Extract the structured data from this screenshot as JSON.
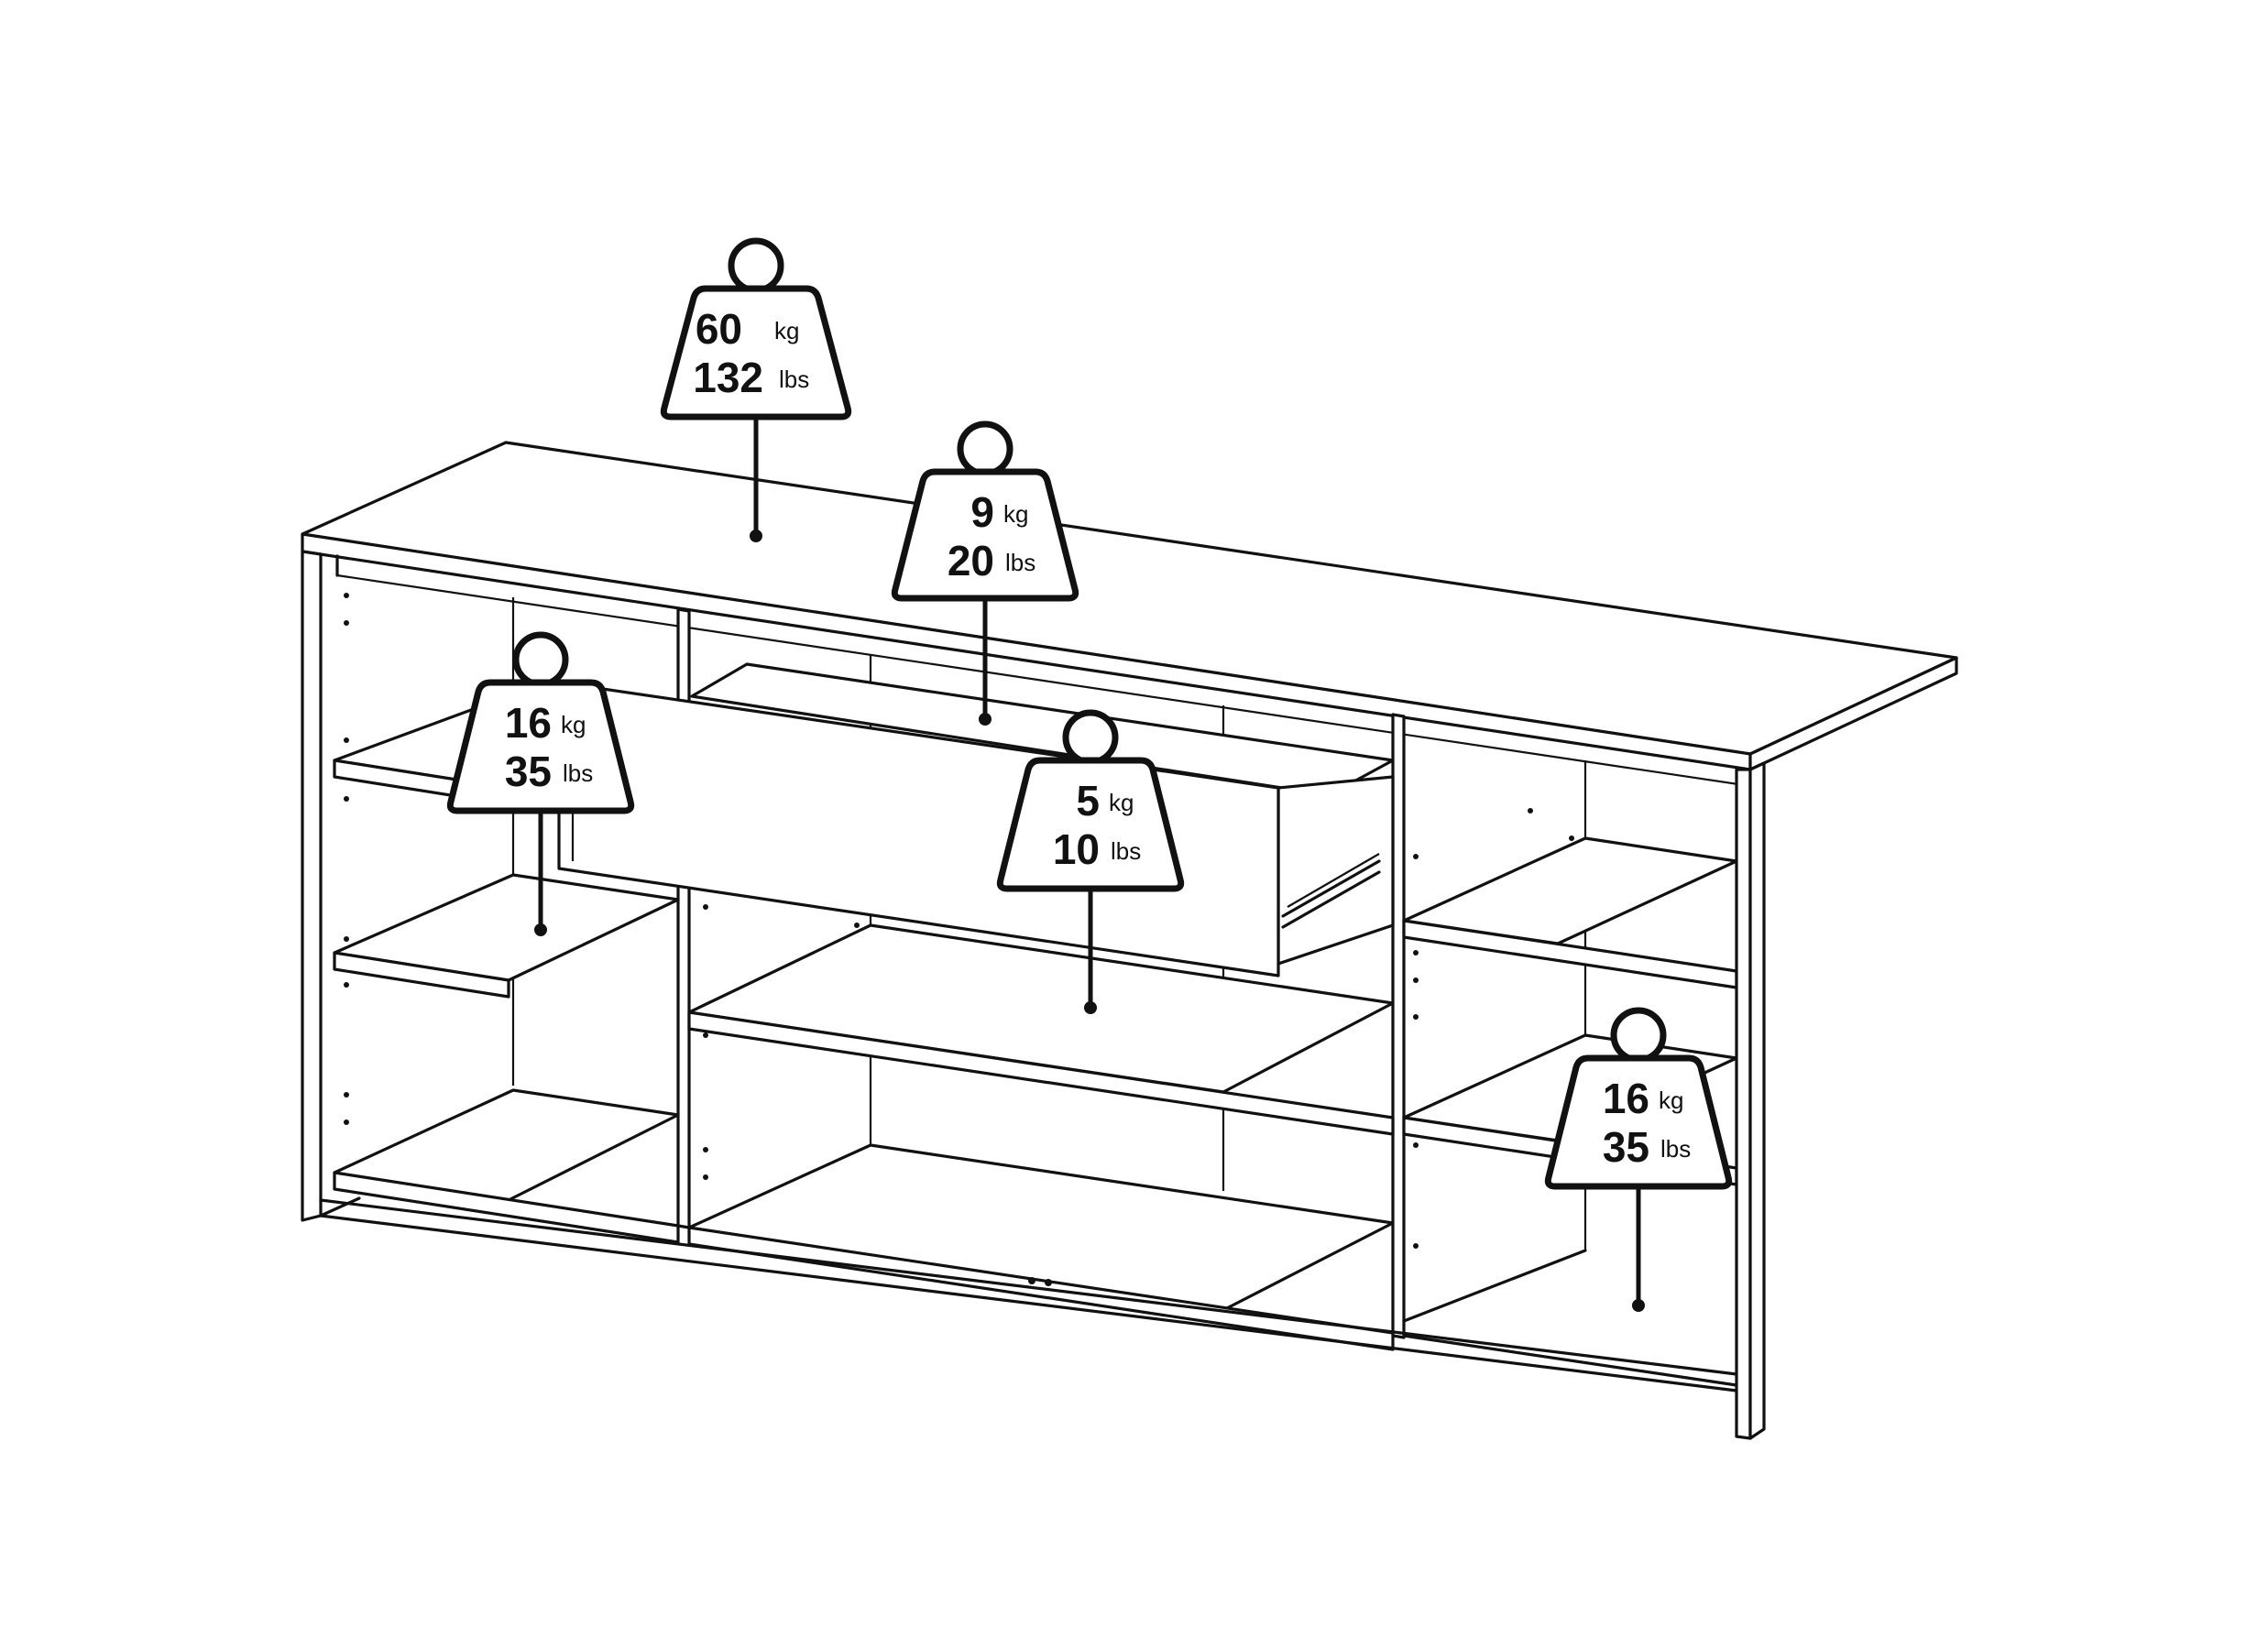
{
  "weights": [
    {
      "id": "top",
      "kg_value": "60",
      "kg_unit": "kg",
      "lbs_value": "132",
      "lbs_unit": "lbs"
    },
    {
      "id": "drawer-top",
      "kg_value": "9",
      "kg_unit": "kg",
      "lbs_value": "20",
      "lbs_unit": "lbs"
    },
    {
      "id": "left-shelf",
      "kg_value": "16",
      "kg_unit": "kg",
      "lbs_value": "35",
      "lbs_unit": "lbs"
    },
    {
      "id": "center-shelf",
      "kg_value": "5",
      "kg_unit": "kg",
      "lbs_value": "10",
      "lbs_unit": "lbs"
    },
    {
      "id": "right-shelf",
      "kg_value": "16",
      "kg_unit": "kg",
      "lbs_value": "35",
      "lbs_unit": "lbs"
    }
  ]
}
